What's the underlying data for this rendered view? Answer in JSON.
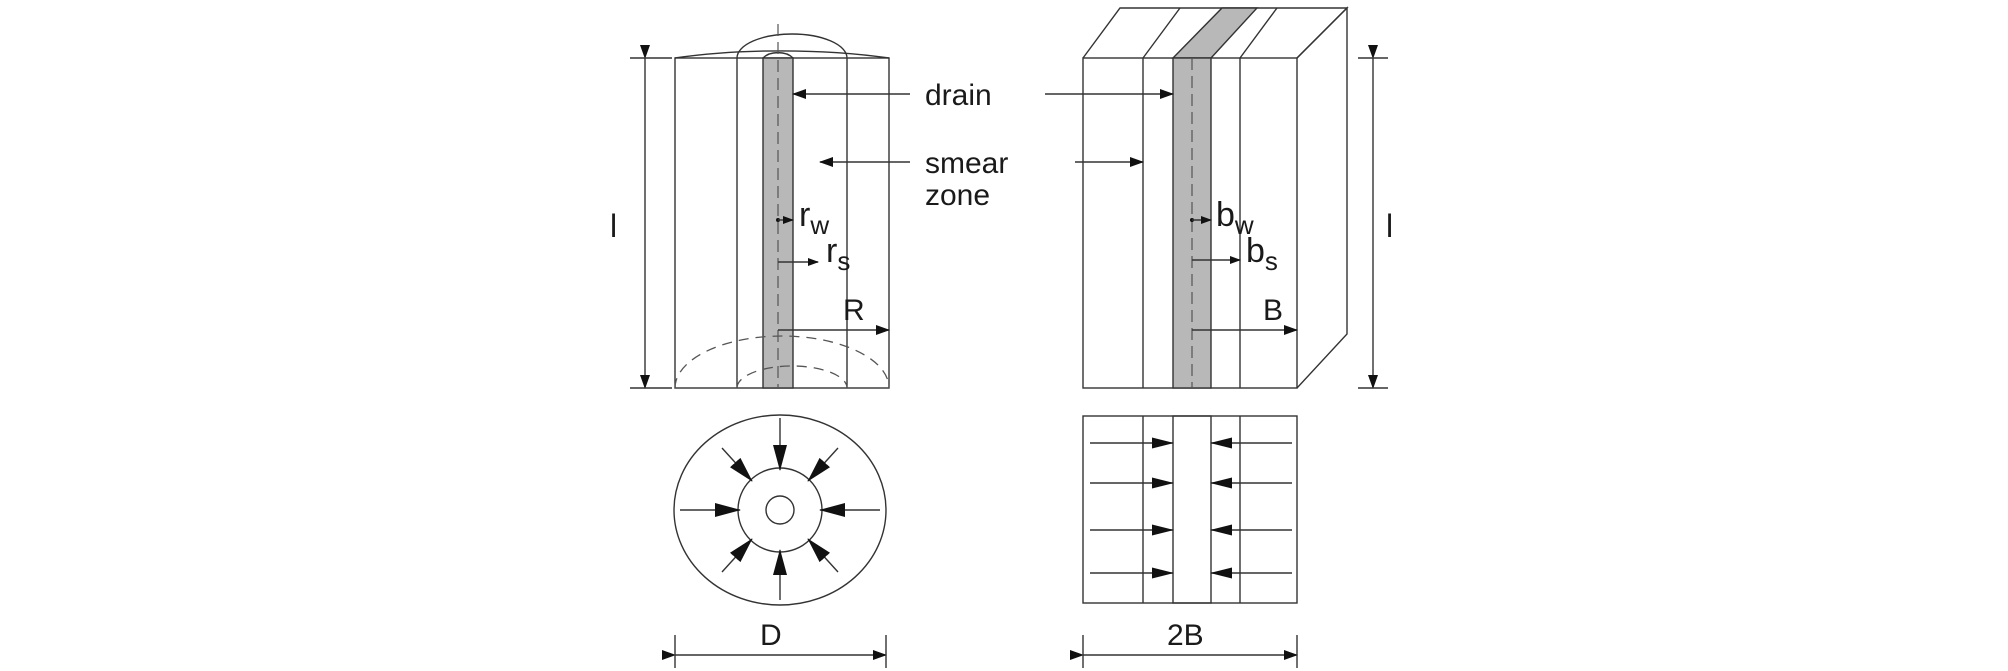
{
  "labels": {
    "drain": "drain",
    "smear_line1": "smear",
    "smear_line2": "zone",
    "length_left": "l",
    "length_right": "l",
    "r_main": "r",
    "r_w_sub": "w",
    "r_s_sub": "s",
    "R": "R",
    "b_main": "b",
    "b_w_sub": "w",
    "b_s_sub": "s",
    "B": "B",
    "D": "D",
    "twoB": "2B"
  },
  "colors": {
    "drain_fill": "#b8b8b8",
    "line": "#222222",
    "background": "#ffffff"
  }
}
